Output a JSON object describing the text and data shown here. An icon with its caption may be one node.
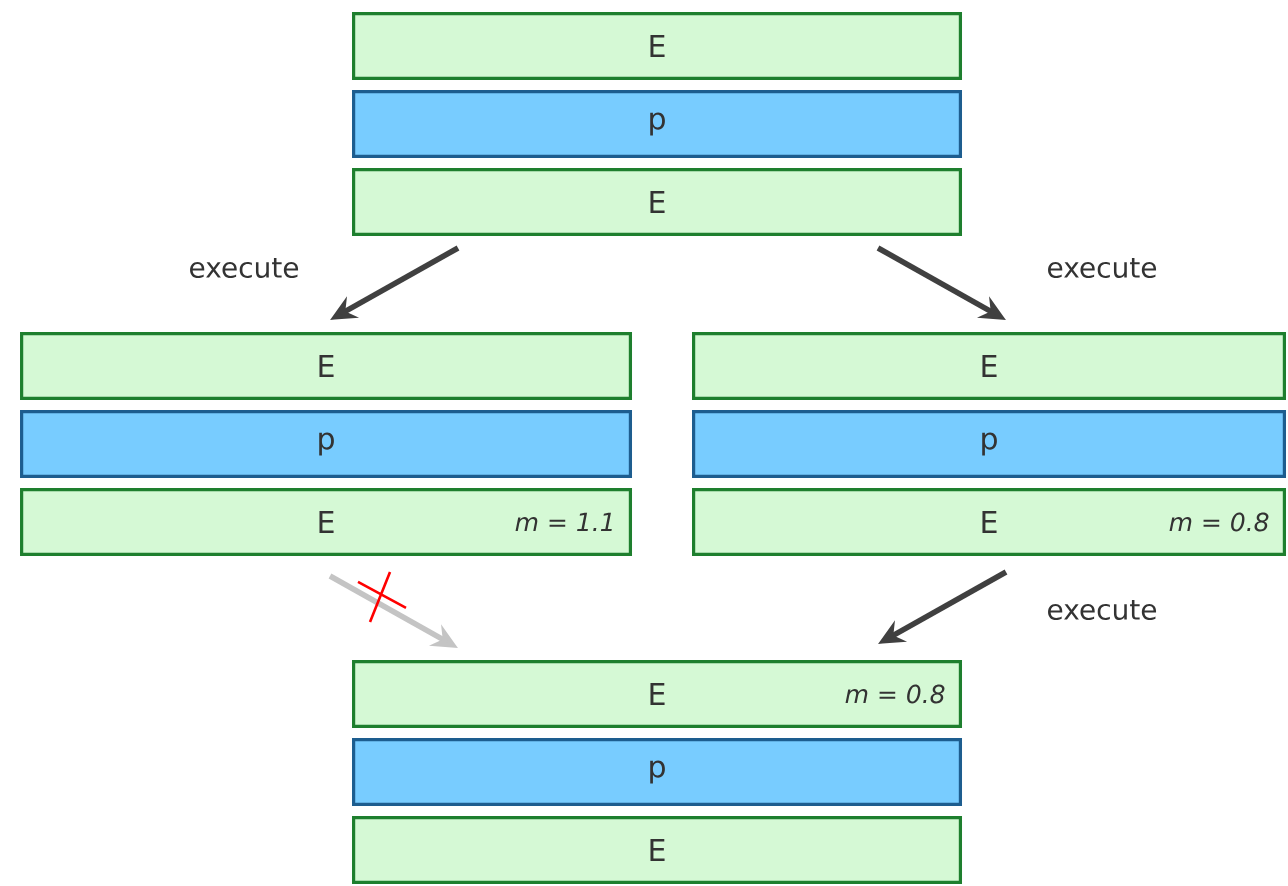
{
  "diagram": {
    "nodes": [
      {
        "text": [
          "E"
        ]
      },
      {
        "text": [
          "p"
        ]
      },
      {
        "text": [
          "E"
        ]
      },
      {
        "text": [
          "E"
        ]
      },
      {
        "text": [
          "p"
        ]
      },
      {
        "text": [
          "E",
          "m = 1.1"
        ]
      },
      {
        "text": [
          "E"
        ]
      },
      {
        "text": [
          "p"
        ]
      },
      {
        "text": [
          "E",
          "m = 0.8"
        ]
      },
      {
        "text": [
          "E",
          "m = 0.8"
        ]
      },
      {
        "text": [
          "p"
        ]
      },
      {
        "text": [
          "E"
        ]
      }
    ],
    "edges": [
      {
        "from": 2,
        "to": 3,
        "arrow": "to",
        "label": "execute"
      },
      {
        "from": 2,
        "to": 6,
        "arrow": "to",
        "label": "execute"
      },
      {
        "from": 5,
        "to": 9,
        "arrow": "to",
        "color": "#c4c4c4"
      },
      {
        "from": 8,
        "to": 9,
        "arrow": "to",
        "label": "execute"
      }
    ]
  }
}
